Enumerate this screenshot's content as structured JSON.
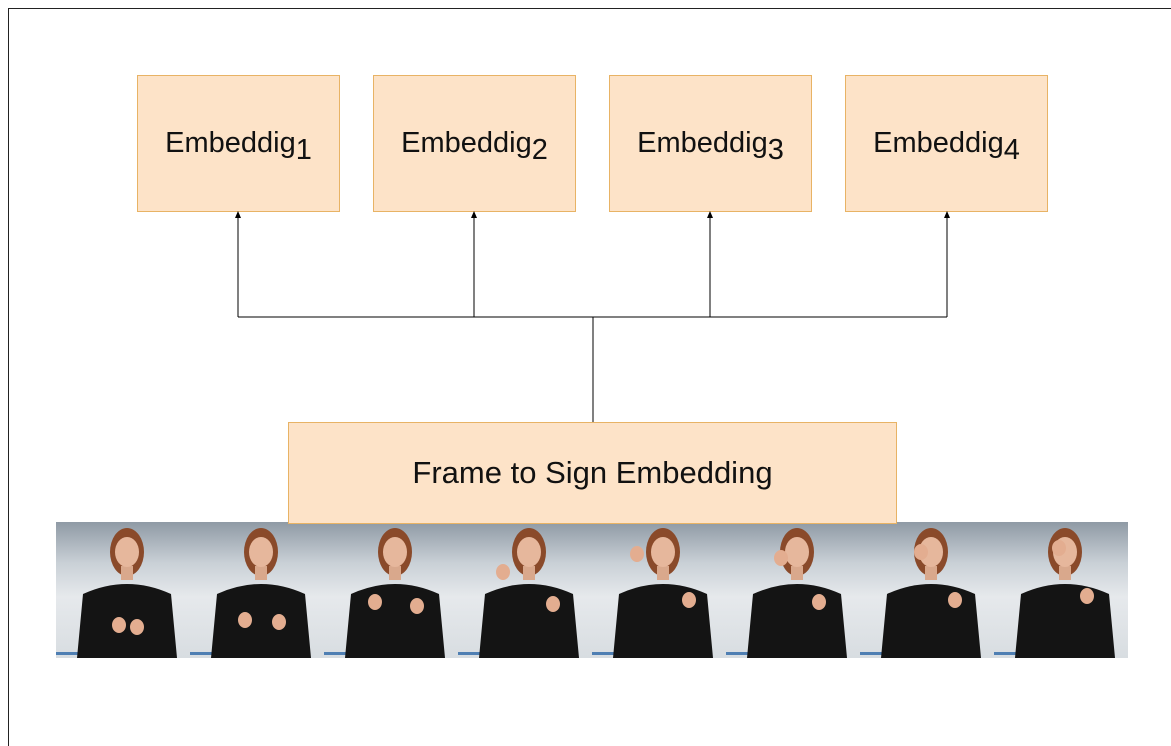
{
  "diagram": {
    "embeddings": [
      {
        "base": "Embeddig",
        "sub": "1"
      },
      {
        "base": "Embeddig",
        "sub": "2"
      },
      {
        "base": "Embeddig",
        "sub": "3"
      },
      {
        "base": "Embeddig",
        "sub": "4"
      }
    ],
    "frame_to_sign_label": "Frame to Sign Embedding",
    "frame_count": 8
  },
  "colors": {
    "box_fill": "#fde3c8",
    "box_border": "#e8b365",
    "line": "#000000"
  }
}
